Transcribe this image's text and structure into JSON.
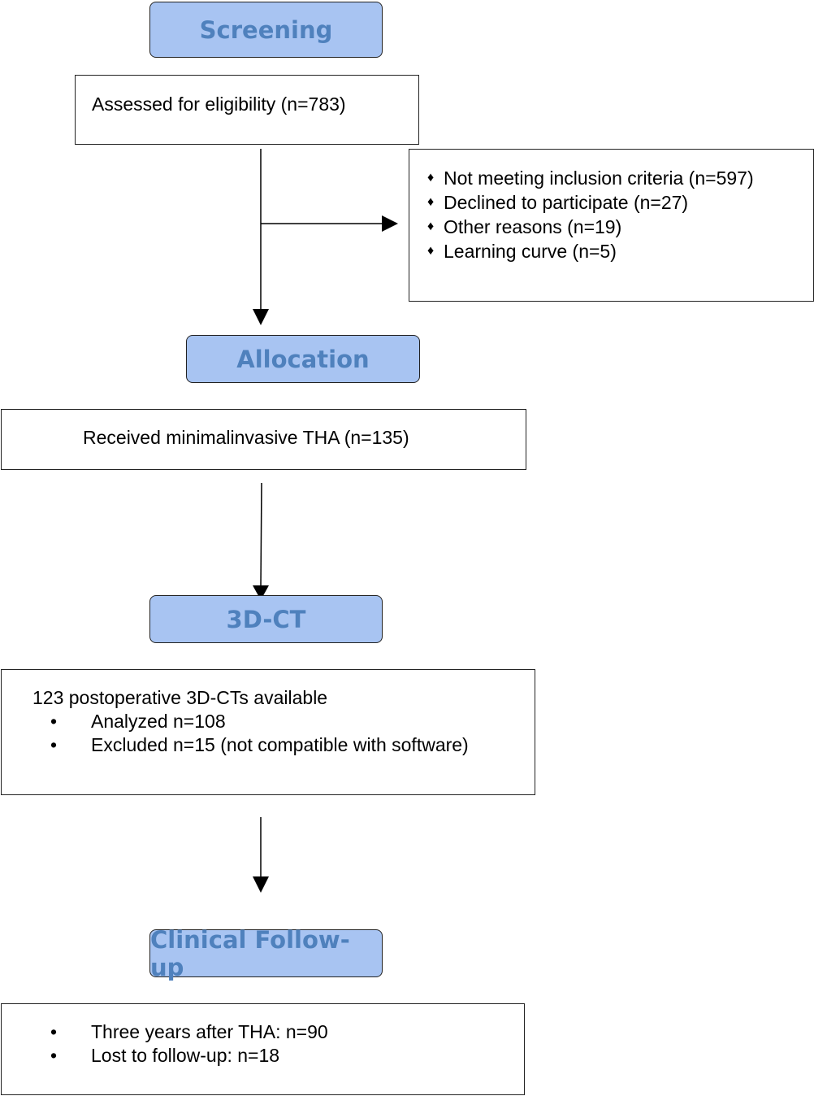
{
  "phases": {
    "screening": "Screening",
    "allocation": "Allocation",
    "ct": "3D-CT",
    "followup": "Clinical Follow-up"
  },
  "boxes": {
    "eligibility": "Assessed for eligibility (n=783)",
    "exclusions": [
      "Not meeting inclusion criteria (n=597)",
      "Declined to participate (n=27)",
      "Other reasons (n=19)",
      "Learning curve (n=5)"
    ],
    "received": "Received minimalinvasive THA (n=135)",
    "ct_available": "123 postoperative 3D-CTs available",
    "ct_items": [
      "Analyzed n=108",
      "Excluded n=15 (not compatible with software)"
    ],
    "followup_items": [
      "Three years after THA: n=90",
      "Lost to follow-up: n=18"
    ]
  },
  "markers": {
    "diamond": "♦",
    "bullet": "•"
  }
}
